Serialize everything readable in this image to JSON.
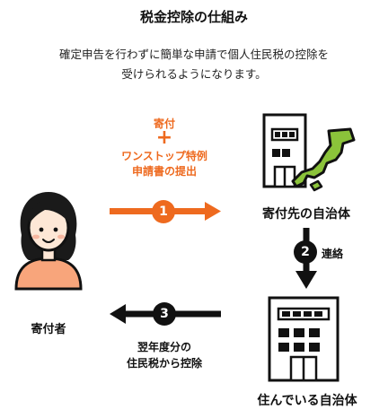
{
  "header": {
    "title": "税金控除の仕組み",
    "subtitle_line1": "確定申告を行わずに簡単な申請で個人住民税の控除を",
    "subtitle_line2": "受けられるようになります。"
  },
  "nodes": {
    "donor": "寄付者",
    "destination_municipality": "寄付先の自治体",
    "home_municipality": "住んでいる自治体"
  },
  "flows": {
    "step1": {
      "number": "1",
      "label_top": "寄付",
      "label_plus": "+",
      "label_line1": "ワンストップ特例",
      "label_line2": "申請書の提出"
    },
    "step2": {
      "number": "2",
      "label": "連絡"
    },
    "step3": {
      "number": "3",
      "label_line1": "翌年度分の",
      "label_line2": "住民税から控除"
    }
  },
  "colors": {
    "accent_orange": "#ee6a1f",
    "japan_green": "#8bc33a",
    "face_skin": "#fde7d6",
    "shirt": "#f8a57b"
  }
}
